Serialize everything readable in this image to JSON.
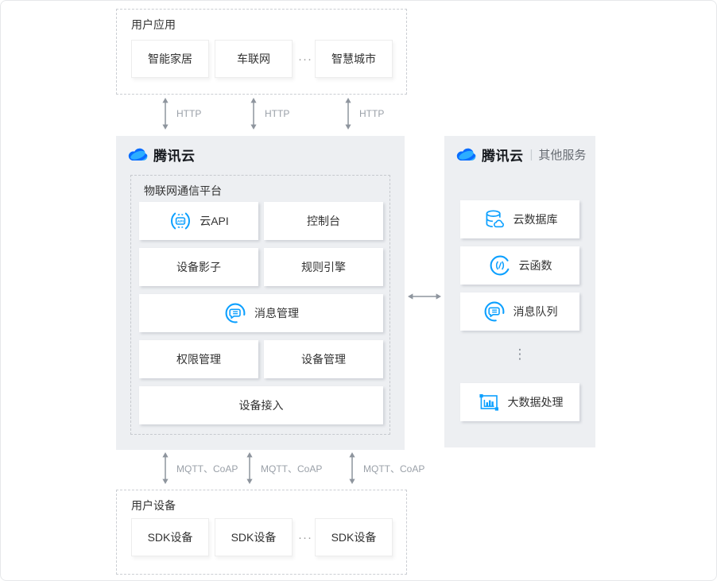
{
  "top_section": {
    "label": "用户应用",
    "items": [
      "智能家居",
      "车联网",
      "智慧城市"
    ],
    "ellipsis": "···"
  },
  "http_arrows": {
    "labels": [
      "HTTP",
      "HTTP",
      "HTTP"
    ]
  },
  "platform_panel": {
    "brand": "腾讯云",
    "group_label": "物联网通信平台",
    "modules": [
      {
        "label": "云API",
        "icon": "api-icon"
      },
      {
        "label": "控制台"
      },
      {
        "label": "设备影子"
      },
      {
        "label": "规则引擎"
      },
      {
        "label": "消息管理",
        "icon": "message-icon"
      },
      {
        "label": "权限管理"
      },
      {
        "label": "设备管理"
      },
      {
        "label": "设备接入"
      }
    ]
  },
  "services_panel": {
    "brand": "腾讯云",
    "divider": "|",
    "subtitle": "其他服务",
    "items": [
      {
        "label": "云数据库",
        "icon": "database-icon"
      },
      {
        "label": "云函数",
        "icon": "function-icon"
      },
      {
        "label": "消息队列",
        "icon": "message-icon"
      },
      {
        "label": "大数据处理",
        "icon": "bigdata-icon"
      }
    ],
    "ellipsis": "⋮"
  },
  "mqtt_arrows": {
    "labels": [
      "MQTT、CoAP",
      "MQTT、CoAP",
      "MQTT、CoAP"
    ]
  },
  "bottom_section": {
    "label": "用户设备",
    "items": [
      "SDK设备",
      "SDK设备",
      "SDK设备"
    ],
    "ellipsis": "···"
  },
  "colors": {
    "panel_bg": "#edeff2",
    "icon_blue": "#0CA0FF",
    "logo_light_blue": "#2CAEFF",
    "logo_dark_blue": "#0A6BFF",
    "arrow_gray": "#8E959E",
    "dashed_border": "#CBCED3",
    "text_dark": "#333333",
    "text_gray": "#9AA0A8"
  }
}
